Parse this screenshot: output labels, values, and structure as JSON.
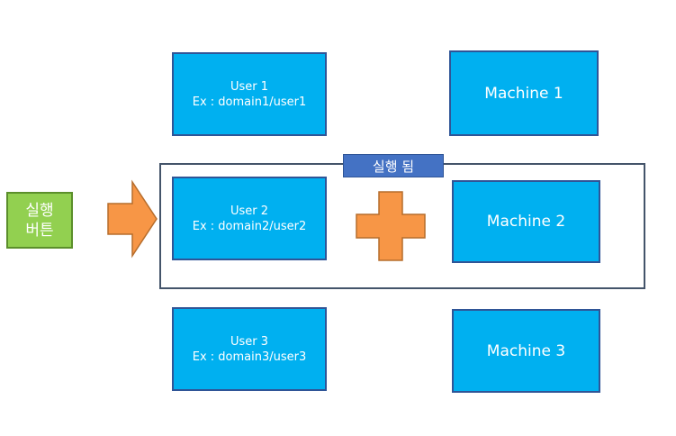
{
  "execute_button": {
    "line1": "실행",
    "line2": "버튼"
  },
  "group_label": "실행 됨",
  "users": [
    {
      "name": "User 1",
      "example": "Ex : domain1/user1"
    },
    {
      "name": "User 2",
      "example": "Ex : domain2/user2"
    },
    {
      "name": "User 3",
      "example": "Ex : domain3/user3"
    }
  ],
  "machines": [
    {
      "name": "Machine 1"
    },
    {
      "name": "Machine 2"
    },
    {
      "name": "Machine 3"
    }
  ],
  "colors": {
    "box_fill": "#00b0f0",
    "box_border": "#2f5597",
    "button_fill": "#92d050",
    "arrow_fill": "#f79646",
    "label_fill": "#4472c4"
  }
}
